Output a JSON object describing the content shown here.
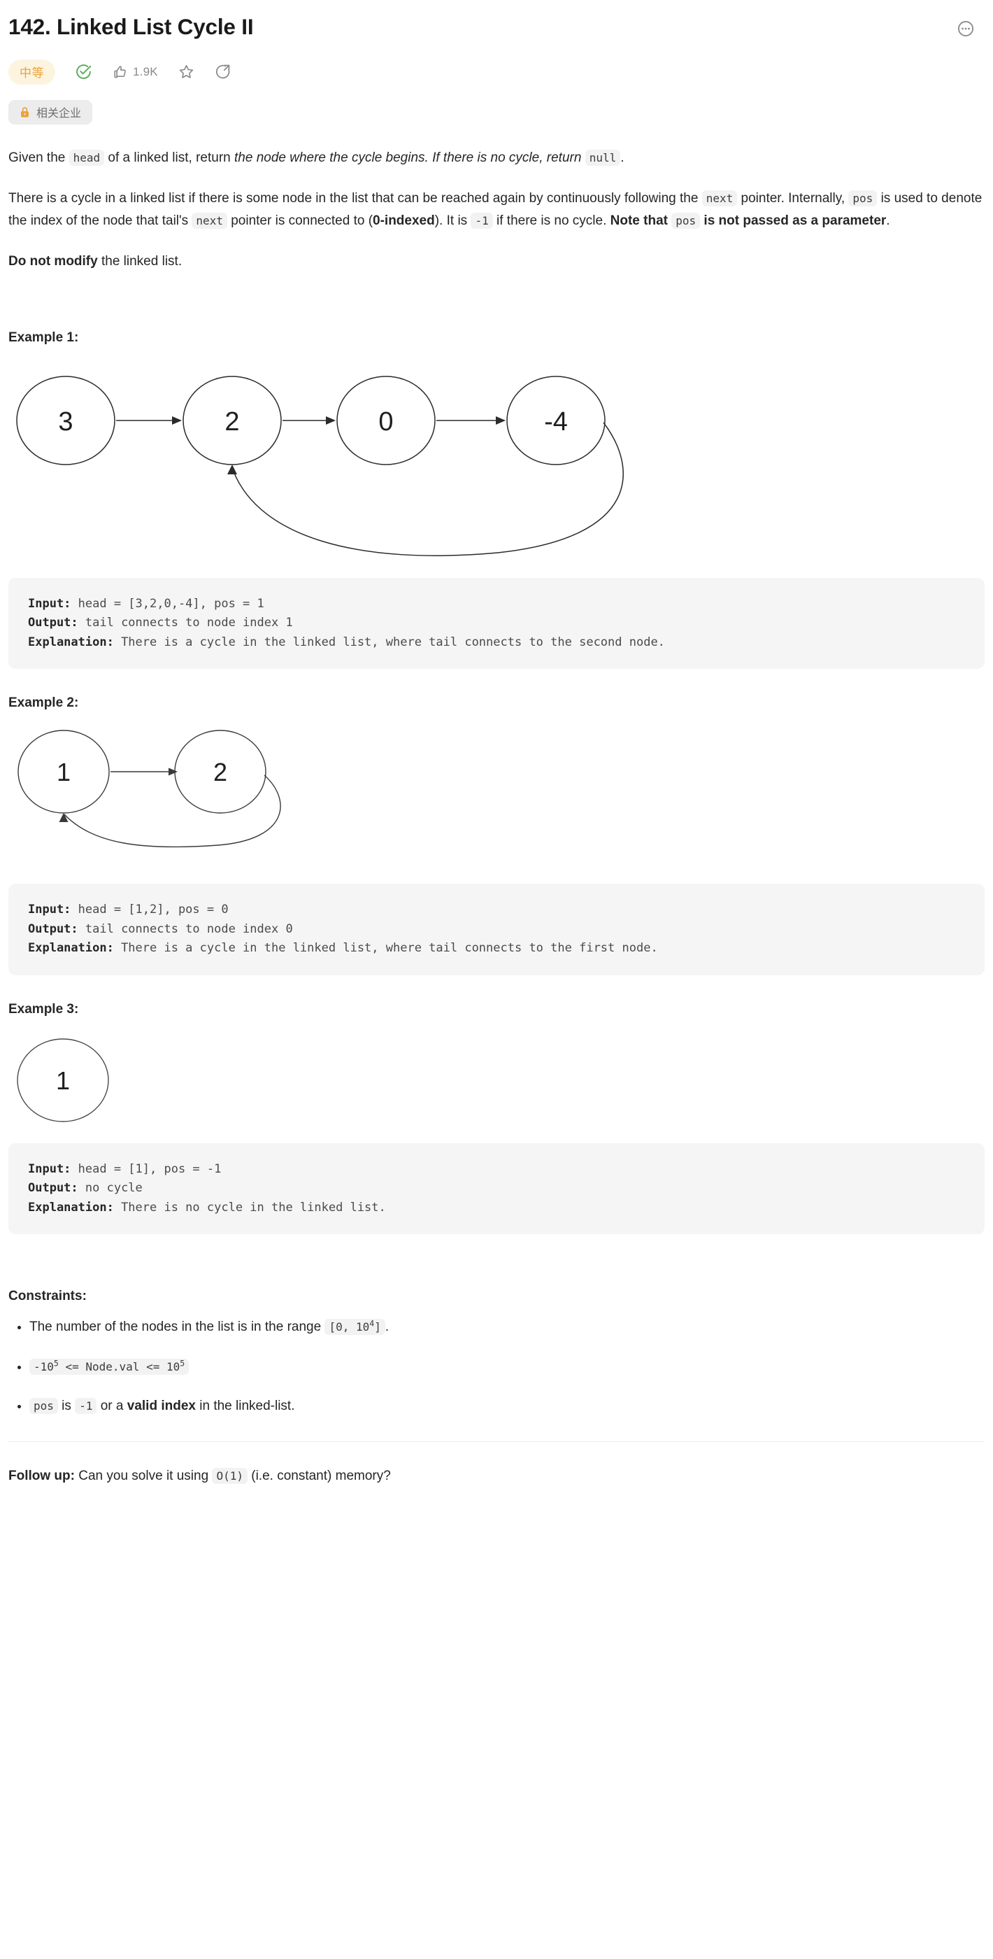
{
  "header": {
    "title": "142. Linked List Cycle II",
    "more_icon": "ellipsis-circle-icon"
  },
  "meta": {
    "difficulty_label": "中等",
    "difficulty_color": "#e8a33b",
    "difficulty_bg": "#fdf4e0",
    "solved_icon": "check-circle-icon",
    "solved_color": "#5cad5c",
    "like_icon": "thumbs-up-icon",
    "like_count": "1.9K",
    "favorite_icon": "star-outline-icon",
    "share_icon": "share-circle-icon",
    "icon_color": "#8a8a8a"
  },
  "company_tag": {
    "lock_icon": "lock-icon",
    "lock_color": "#e8a33b",
    "label": "相关企业",
    "bg": "#ececec"
  },
  "description": {
    "p1": {
      "t1": "Given the ",
      "c1": "head",
      "t2": " of a linked list, return ",
      "em1": "the node where the cycle begins. If there is no cycle, return",
      "t3": " ",
      "c2": "null",
      "t4": "."
    },
    "p2": {
      "t1": "There is a cycle in a linked list if there is some node in the list that can be reached again by continuously following the ",
      "c1": "next",
      "t2": " pointer. Internally, ",
      "c2": "pos",
      "t3": " is used to denote the index of the node that tail's ",
      "c3": "next",
      "t4": " pointer is connected to (",
      "b1": "0-indexed",
      "t5": "). It is ",
      "c4": "-1",
      "t6": " if there is no cycle. ",
      "b2": "Note that ",
      "c5": "pos",
      "b3": " is not passed as a parameter",
      "t7": "."
    },
    "p3": {
      "b1": "Do not modify",
      "t1": " the linked list."
    }
  },
  "examples": [
    {
      "title": "Example 1:",
      "diagram": {
        "type": "linked-list-cycle",
        "nodes": [
          "3",
          "2",
          "0",
          "-4"
        ],
        "cycle_from_index": 3,
        "cycle_to_index": 1
      },
      "code": {
        "input_label": "Input:",
        "input_value": " head = [3,2,0,-4], pos = 1",
        "output_label": "Output:",
        "output_value": " tail connects to node index 1",
        "explanation_label": "Explanation:",
        "explanation_value": " There is a cycle in the linked list, where tail connects to the second node."
      }
    },
    {
      "title": "Example 2:",
      "diagram": {
        "type": "linked-list-cycle",
        "nodes": [
          "1",
          "2"
        ],
        "cycle_from_index": 1,
        "cycle_to_index": 0
      },
      "code": {
        "input_label": "Input:",
        "input_value": " head = [1,2], pos = 0",
        "output_label": "Output:",
        "output_value": " tail connects to node index 0",
        "explanation_label": "Explanation:",
        "explanation_value": " There is a cycle in the linked list, where tail connects to the first node."
      }
    },
    {
      "title": "Example 3:",
      "diagram": {
        "type": "linked-list-nocycle",
        "nodes": [
          "1"
        ],
        "cycle_from_index": -1,
        "cycle_to_index": -1
      },
      "code": {
        "input_label": "Input:",
        "input_value": " head = [1], pos = -1",
        "output_label": "Output:",
        "output_value": " no cycle",
        "explanation_label": "Explanation:",
        "explanation_value": " There is no cycle in the linked list."
      }
    }
  ],
  "constraints": {
    "title": "Constraints:",
    "items": [
      {
        "t1": "The number of the nodes in the list is in the range ",
        "code_pre": "[0, 10",
        "code_sup": "4",
        "code_post": "]",
        "t2": "."
      },
      {
        "code_pre": "-10",
        "code_sup": "5",
        "code_mid": " <= Node.val <= 10",
        "code_sup2": "5"
      },
      {
        "c1": "pos",
        "t1": " is ",
        "c2": "-1",
        "t2": " or a ",
        "b1": "valid index",
        "t3": " in the linked-list."
      }
    ]
  },
  "followup": {
    "label": "Follow up:",
    "t1": " Can you solve it using ",
    "code": "O(1)",
    "t2": " (i.e. constant) memory?"
  }
}
